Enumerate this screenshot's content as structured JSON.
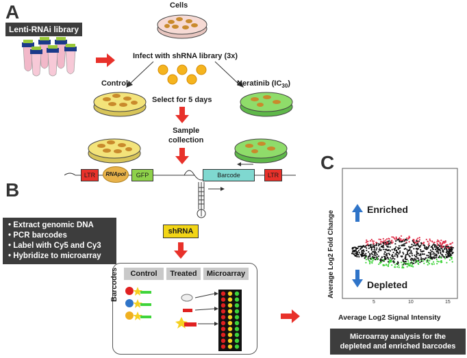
{
  "panels": {
    "a": "A",
    "b": "B",
    "c": "C"
  },
  "library_label": "Lenti-RNAi library",
  "cells_label": "Cells",
  "infect_label": "Infect with shRNA library (3x)",
  "control_label": "Control",
  "neratinib_label": "Neratinib (IC",
  "neratinib_sub": "30",
  "neratinib_close": ")",
  "select_label": "Select for 5 days",
  "sample_label_1": "Sample",
  "sample_label_2": "collection",
  "construct": {
    "ltr": "LTR",
    "rnapol": "RNApol",
    "gfp": "GFP",
    "barcode": "Barcode"
  },
  "shrna_label": "shRNA",
  "steps": [
    "Extract genomic DNA",
    "PCR barcodes",
    "Label with Cy5 and Cy3",
    "Hybridize to microarray"
  ],
  "microarray_table": {
    "headers": [
      "Control",
      "Treated",
      "Microarray"
    ],
    "side_label": "Barcodes"
  },
  "plot": {
    "ylabel": "Average Log2 Fold Change",
    "xlabel": "Average Log2 Signal Intensity",
    "enriched": "Enriched",
    "depleted": "Depleted",
    "ticks": [
      "5",
      "10",
      "15"
    ]
  },
  "caption": "Microarray analysis for the depleted and enriched barcodes",
  "colors": {
    "red_arrow": "#e8312a",
    "dark_box": "#3d3d3d",
    "gfp": "#8ed14a",
    "ltr": "#e8312a",
    "barcode": "#7fd8d0",
    "shrna": "#f2d516",
    "enriched": "#e0304a",
    "depleted": "#3fd43a",
    "blue_arrow": "#2f74c8"
  }
}
